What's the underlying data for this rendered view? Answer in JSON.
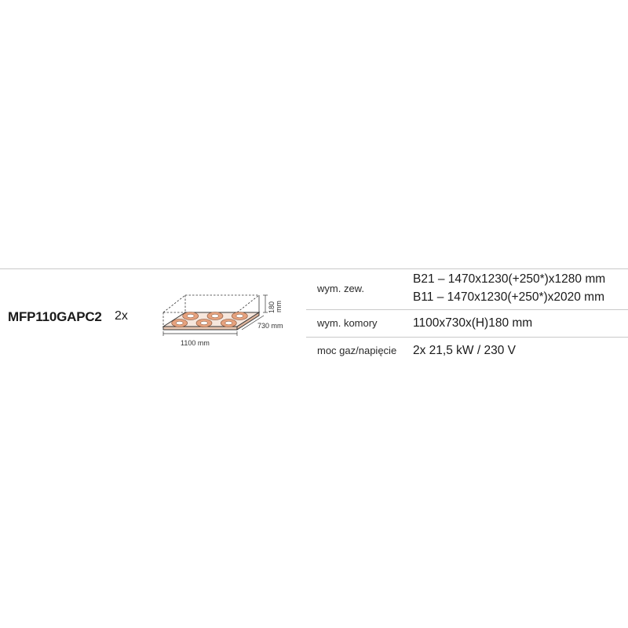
{
  "product": {
    "model": "MFP110GAPC2",
    "quantity": "2x"
  },
  "diagram": {
    "width_label": "1100 mm",
    "depth_label": "730 mm",
    "height_value": "180",
    "height_unit": "mm",
    "burner_color": "#e6a27e",
    "burner_count": 6
  },
  "specs": {
    "external_dims": {
      "label": "wym. zew.",
      "values": [
        "B21 – 1470x1230(+250*)x1280 mm",
        "B11 – 1470x1230(+250*)x2020 mm"
      ]
    },
    "chamber_dims": {
      "label": "wym. komory",
      "value": "1100x730x(H)180 mm"
    },
    "power": {
      "label": "moc gaz/napięcie",
      "value": "2x 21,5 kW / 230 V"
    }
  }
}
